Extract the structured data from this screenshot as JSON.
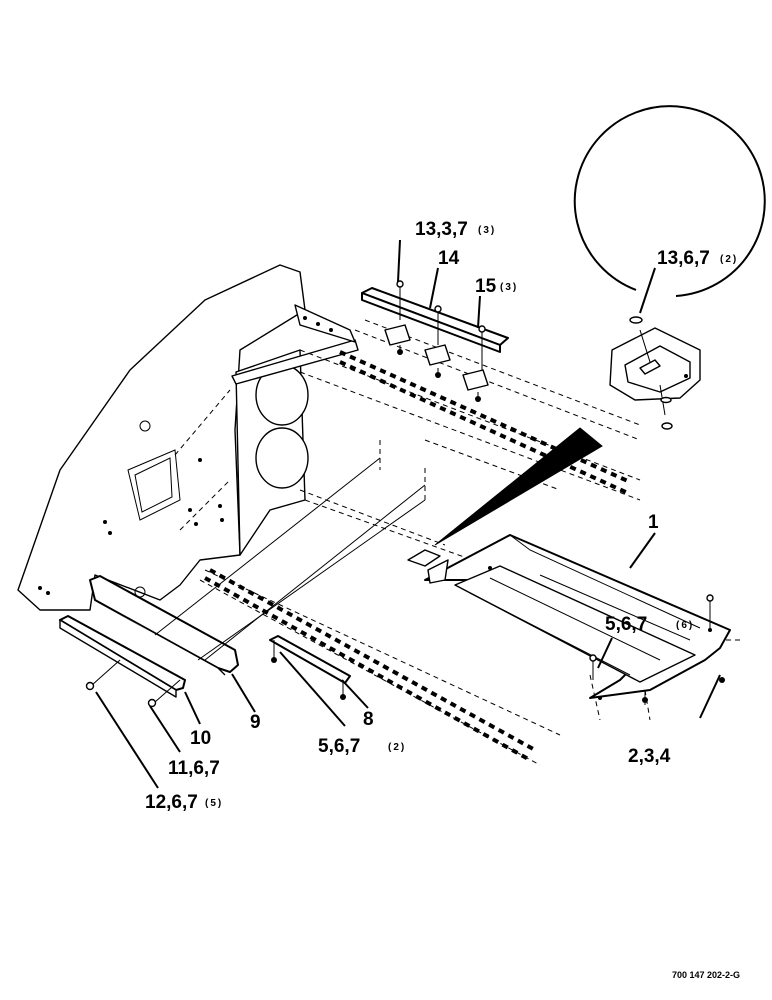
{
  "callouts": {
    "c1": "1",
    "c2": "2,3,4",
    "c3": "5,6,7",
    "c3_qty": "(6)",
    "c4": "5,6,7",
    "c4_qty": "(2)",
    "c5": "8",
    "c6": "9",
    "c7": "10",
    "c8": "11,6,7",
    "c9": "12,6,7",
    "c9_qty": "(5)",
    "c10": "13,3,7",
    "c10_qty": "(3)",
    "c11": "14",
    "c12": "15",
    "c12_qty": "(3)",
    "c13": "13,6,7",
    "c13_qty": "(2)"
  },
  "reference_number": "700 147 202-2-G",
  "colors": {
    "ink": "#000000",
    "paper": "#ffffff"
  }
}
